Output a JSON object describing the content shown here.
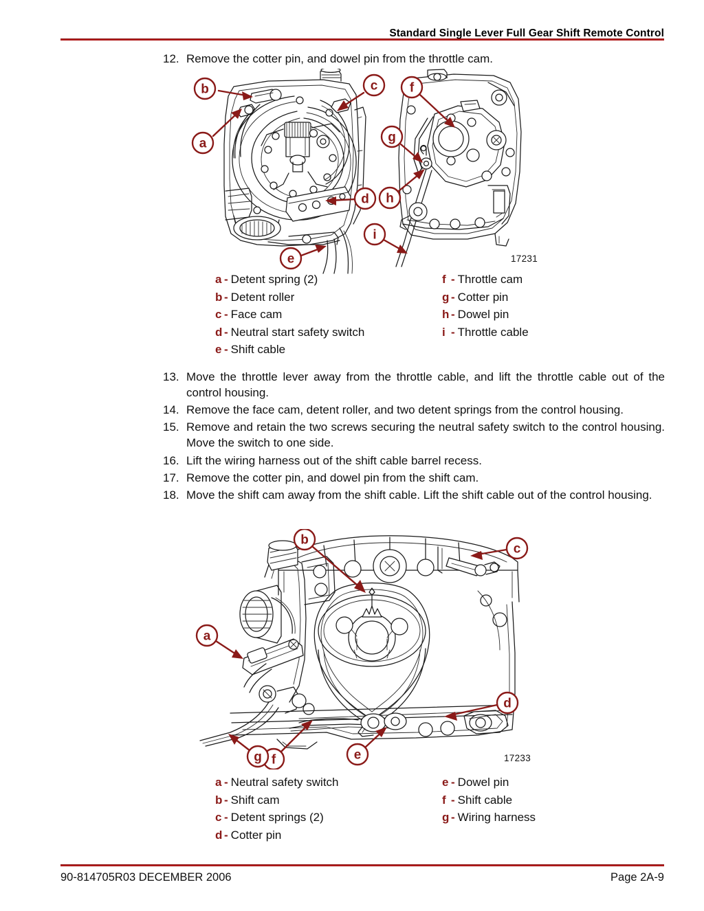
{
  "header": {
    "title": "Standard Single Lever Full Gear Shift Remote Control"
  },
  "steps": [
    {
      "id": "step12",
      "number": "12.",
      "text": "Remove the cotter pin, and dowel pin from the throttle cam."
    },
    {
      "id": "step13",
      "number": "13.",
      "text": "Move the throttle lever away from the throttle cable, and lift the throttle cable out of the control housing."
    },
    {
      "id": "step14",
      "number": "14.",
      "text": "Remove the face cam, detent roller, and two detent springs from the control housing."
    },
    {
      "id": "step15",
      "number": "15.",
      "text": "Remove and retain the two screws securing the neutral safety switch to the control housing. Move the switch to one side."
    },
    {
      "id": "step16",
      "number": "16.",
      "text": "Lift the wiring harness out of the shift cable barrel recess."
    },
    {
      "id": "step17",
      "number": "17.",
      "text": "Remove the cotter pin, and dowel pin from the shift cam."
    },
    {
      "id": "step18",
      "number": "18.",
      "text": "Move the shift cam away from the shift cable. Lift the shift cable out of the control housing."
    }
  ],
  "figure1": {
    "number": "17231",
    "callouts": [
      {
        "key": "a",
        "label": "Detent spring (2)"
      },
      {
        "key": "b",
        "label": "Detent roller"
      },
      {
        "key": "c",
        "label": "Face cam"
      },
      {
        "key": "d",
        "label": "Neutral start safety switch"
      },
      {
        "key": "e",
        "label": "Shift cable"
      },
      {
        "key": "f",
        "label": "Throttle cam"
      },
      {
        "key": "g",
        "label": "Cotter pin"
      },
      {
        "key": "h",
        "label": "Dowel pin"
      },
      {
        "key": "i",
        "label": "Throttle cable"
      }
    ],
    "legend_left": [
      {
        "key": "a",
        "dash": "-",
        "label": "Detent spring (2)"
      },
      {
        "key": "b",
        "dash": "-",
        "label": "Detent roller"
      },
      {
        "key": "c",
        "dash": "-",
        "label": "Face cam"
      },
      {
        "key": "d",
        "dash": "-",
        "label": "Neutral start safety switch"
      },
      {
        "key": "e",
        "dash": "-",
        "label": "Shift cable"
      }
    ],
    "legend_right": [
      {
        "key": "f",
        "dash": "-",
        "label": "Throttle cam"
      },
      {
        "key": "g",
        "dash": "-",
        "label": "Cotter pin"
      },
      {
        "key": "h",
        "dash": "-",
        "label": "Dowel pin"
      },
      {
        "key": "i",
        "dash": "-",
        "label": "Throttle cable"
      }
    ]
  },
  "figure2": {
    "number": "17233",
    "callouts": [
      {
        "key": "a",
        "label": "Neutral safety switch"
      },
      {
        "key": "b",
        "label": "Shift cam"
      },
      {
        "key": "c",
        "label": "Detent springs (2)"
      },
      {
        "key": "d",
        "label": "Cotter pin"
      },
      {
        "key": "e",
        "label": "Dowel pin"
      },
      {
        "key": "f",
        "label": "Shift cable"
      },
      {
        "key": "g",
        "label": "Wiring harness"
      }
    ],
    "legend_left": [
      {
        "key": "a",
        "dash": "-",
        "label": "Neutral safety switch"
      },
      {
        "key": "b",
        "dash": "-",
        "label": "Shift cam"
      },
      {
        "key": "c",
        "dash": "-",
        "label": "Detent springs (2)"
      },
      {
        "key": "d",
        "dash": "-",
        "label": "Cotter pin"
      }
    ],
    "legend_right": [
      {
        "key": "e",
        "dash": "-",
        "label": "Dowel pin"
      },
      {
        "key": "f",
        "dash": "-",
        "label": "Shift cable"
      },
      {
        "key": "g",
        "dash": "-",
        "label": "Wiring harness"
      }
    ]
  },
  "footer": {
    "left": "90-814705R03   DECEMBER  2006",
    "right": "Page 2A-9"
  },
  "colors": {
    "rule": "#b01c1c",
    "callout": "#8a1a18",
    "text": "#111111"
  }
}
